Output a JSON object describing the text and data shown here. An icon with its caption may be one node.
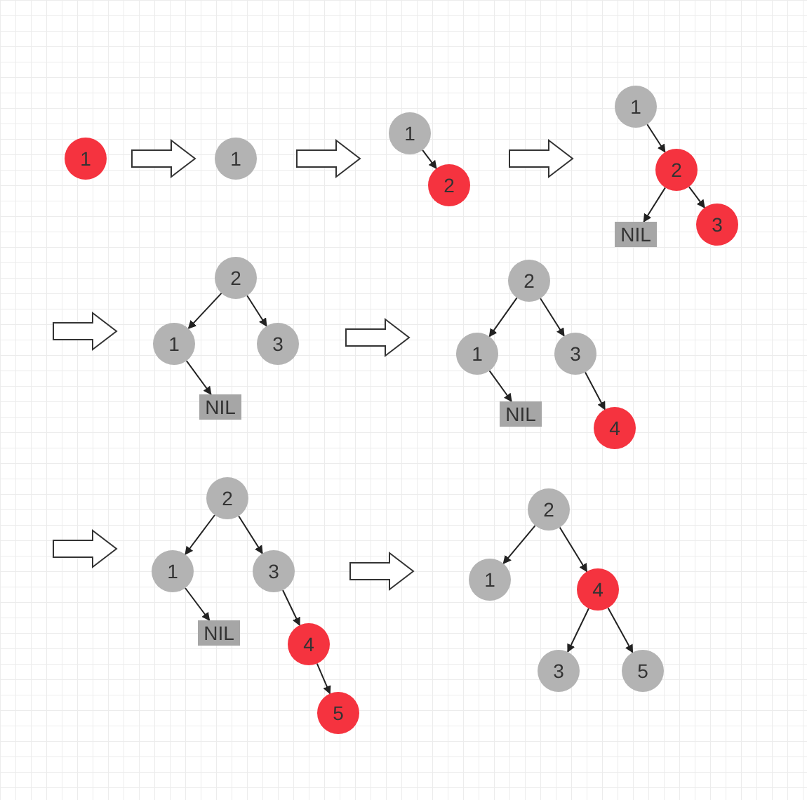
{
  "diagram": {
    "nodes": [
      {
        "text": [
          "1"
        ]
      },
      {
        "text": [
          "1"
        ]
      },
      {
        "text": [
          "1"
        ]
      },
      {
        "text": [
          "2"
        ]
      },
      {
        "text": [
          "1"
        ]
      },
      {
        "text": [
          "2"
        ]
      },
      {
        "text": [
          "NIL"
        ]
      },
      {
        "text": [
          "3"
        ]
      },
      {
        "text": [
          "2"
        ]
      },
      {
        "text": [
          "1"
        ]
      },
      {
        "text": [
          "3"
        ]
      },
      {
        "text": [
          "NIL"
        ]
      },
      {
        "text": [
          "2"
        ]
      },
      {
        "text": [
          "1"
        ]
      },
      {
        "text": [
          "3"
        ]
      },
      {
        "text": [
          "NIL"
        ]
      },
      {
        "text": [
          "4"
        ]
      },
      {
        "text": [
          "2"
        ]
      },
      {
        "text": [
          "1"
        ]
      },
      {
        "text": [
          "3"
        ]
      },
      {
        "text": [
          "NIL"
        ]
      },
      {
        "text": [
          "4"
        ]
      },
      {
        "text": [
          "5"
        ]
      },
      {
        "text": [
          "2"
        ]
      },
      {
        "text": [
          "1"
        ]
      },
      {
        "text": [
          "4"
        ]
      },
      {
        "text": [
          "3"
        ]
      },
      {
        "text": [
          "5"
        ]
      }
    ],
    "edges": [
      {
        "from": 0,
        "to": 1,
        "arrow": "to",
        "style": "thick"
      },
      {
        "from": 1,
        "to": 2,
        "arrow": "to",
        "style": "thick"
      },
      {
        "from": 3,
        "to": 4,
        "arrow": "to",
        "style": "thick"
      },
      {
        "from": 10,
        "to": 13,
        "arrow": "to",
        "style": "thick"
      },
      {
        "from": 19,
        "to": 24,
        "arrow": "to",
        "style": "thick"
      },
      {
        "from": 2,
        "to": 3,
        "arrow": "to"
      },
      {
        "from": 4,
        "to": 5,
        "arrow": "to"
      },
      {
        "from": 5,
        "to": 6,
        "arrow": "to"
      },
      {
        "from": 5,
        "to": 7,
        "arrow": "to"
      },
      {
        "from": 8,
        "to": 9,
        "arrow": "to"
      },
      {
        "from": 8,
        "to": 10,
        "arrow": "to"
      },
      {
        "from": 9,
        "to": 11,
        "arrow": "to"
      },
      {
        "from": 12,
        "to": 13,
        "arrow": "to"
      },
      {
        "from": 12,
        "to": 14,
        "arrow": "to"
      },
      {
        "from": 13,
        "to": 15,
        "arrow": "to"
      },
      {
        "from": 14,
        "to": 16,
        "arrow": "to"
      },
      {
        "from": 17,
        "to": 18,
        "arrow": "to"
      },
      {
        "from": 17,
        "to": 19,
        "arrow": "to"
      },
      {
        "from": 18,
        "to": 20,
        "arrow": "to"
      },
      {
        "from": 19,
        "to": 21,
        "arrow": "to"
      },
      {
        "from": 21,
        "to": 22,
        "arrow": "to"
      },
      {
        "from": 23,
        "to": 24,
        "arrow": "to"
      },
      {
        "from": 23,
        "to": 25,
        "arrow": "to"
      },
      {
        "from": 25,
        "to": 26,
        "arrow": "to"
      },
      {
        "from": 25,
        "to": 27,
        "arrow": "to"
      }
    ]
  }
}
